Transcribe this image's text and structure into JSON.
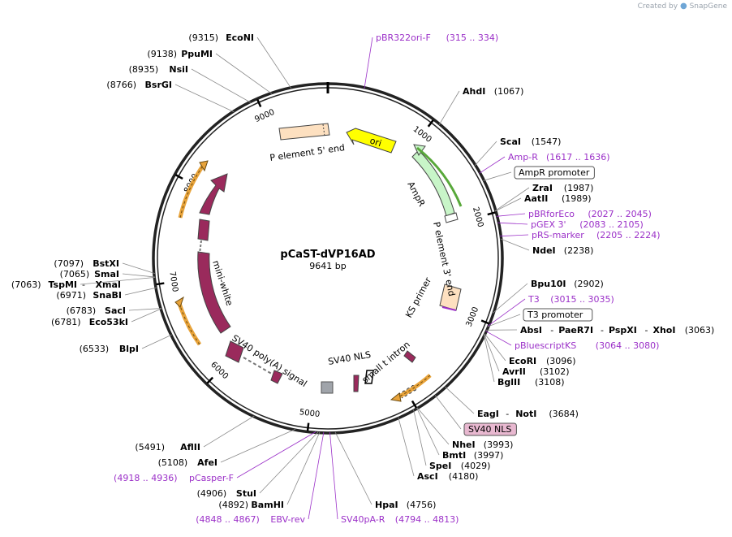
{
  "plasmid": {
    "name": "pCaST-dVP16AD",
    "size_label": "9641 bp",
    "length": 9641
  },
  "watermark": {
    "prefix": "Created by",
    "brand": "SnapGene"
  },
  "colors": {
    "backbone": "#222222",
    "primer": "#9b30c8",
    "maroon": "#9a2a5c",
    "orange": "#e8a33a",
    "ampR": "#c8f5c8",
    "ori": "#ffff00",
    "pElement": "#fde0c0",
    "sv40nls_box": "#e8b8d0"
  },
  "ticks": [
    {
      "pos": 1000,
      "label": "1000"
    },
    {
      "pos": 2000,
      "label": "2000"
    },
    {
      "pos": 3000,
      "label": "3000"
    },
    {
      "pos": 4000,
      "label": "4000"
    },
    {
      "pos": 5000,
      "label": "5000"
    },
    {
      "pos": 6000,
      "label": "6000"
    },
    {
      "pos": 7000,
      "label": "7000"
    },
    {
      "pos": 8000,
      "label": "8000"
    },
    {
      "pos": 9000,
      "label": "9000"
    }
  ],
  "labels": [
    {
      "kind": "site",
      "name": "EcoNI",
      "pos_text": "(9315)",
      "pos": 9315
    },
    {
      "kind": "site",
      "name": "PpuMI",
      "pos_text": "(9138)",
      "pos": 9138
    },
    {
      "kind": "site",
      "name": "NsiI",
      "pos_text": "(8935)",
      "pos": 8935
    },
    {
      "kind": "site",
      "name": "BsrGI",
      "pos_text": "(8766)",
      "pos": 8766
    },
    {
      "kind": "primer",
      "name": "pBR322ori-F",
      "pos_text": "(315 .. 334)",
      "pos": 325
    },
    {
      "kind": "site",
      "name": "AhdI",
      "pos_text": "(1067)",
      "pos": 1067
    },
    {
      "kind": "site",
      "name": "ScaI",
      "pos_text": "(1547)",
      "pos": 1547
    },
    {
      "kind": "primer",
      "name": "Amp-R",
      "pos_text": "(1617 .. 1636)",
      "pos": 1626
    },
    {
      "kind": "boxed",
      "name": "AmpR promoter",
      "pos_text": "",
      "pos": 1700
    },
    {
      "kind": "site",
      "name": "ZraI",
      "pos_text": "(1987)",
      "pos": 1987
    },
    {
      "kind": "site",
      "name": "AatII",
      "pos_text": "(1989)",
      "pos": 1989
    },
    {
      "kind": "primer",
      "name": "pBRforEco",
      "pos_text": "(2027 .. 2045)",
      "pos": 2036
    },
    {
      "kind": "primer",
      "name": "pGEX 3'",
      "pos_text": "(2083 .. 2105)",
      "pos": 2094
    },
    {
      "kind": "primer",
      "name": "pRS-marker",
      "pos_text": "(2205 .. 2224)",
      "pos": 2214
    },
    {
      "kind": "site",
      "name": "NdeI",
      "pos_text": "(2238)",
      "pos": 2238
    },
    {
      "kind": "site",
      "name": "Bpu10I",
      "pos_text": "(2902)",
      "pos": 2902
    },
    {
      "kind": "primer",
      "name": "T3",
      "pos_text": "(3015 .. 3035)",
      "pos": 3025
    },
    {
      "kind": "boxed",
      "name": "T3 promoter",
      "pos_text": "",
      "pos": 3030
    },
    {
      "kind": "multi",
      "name": "AbsI",
      "name2": "PaeR7I",
      "name3": "PspXI",
      "name4": "XhoI",
      "pos_text": "(3063)",
      "pos": 3063
    },
    {
      "kind": "primer",
      "name": "pBluescriptKS",
      "pos_text": "(3064 .. 3080)",
      "pos": 3072
    },
    {
      "kind": "site",
      "name": "EcoRI",
      "pos_text": "(3096)",
      "pos": 3096
    },
    {
      "kind": "site",
      "name": "AvrII",
      "pos_text": "(3102)",
      "pos": 3102
    },
    {
      "kind": "site",
      "name": "BglII",
      "pos_text": "(3108)",
      "pos": 3108
    },
    {
      "kind": "pair",
      "name": "EagI",
      "name2": "NotI",
      "pos_text": "(3684)",
      "pos": 3684
    },
    {
      "kind": "boxedpink",
      "name": "SV40 NLS",
      "pos_text": "",
      "pos": 3800
    },
    {
      "kind": "site",
      "name": "NheI",
      "pos_text": "(3993)",
      "pos": 3993
    },
    {
      "kind": "site",
      "name": "BmtI",
      "pos_text": "(3997)",
      "pos": 3997
    },
    {
      "kind": "site",
      "name": "SpeI",
      "pos_text": "(4029)",
      "pos": 4029
    },
    {
      "kind": "site",
      "name": "AscI",
      "pos_text": "(4180)",
      "pos": 4180
    },
    {
      "kind": "site",
      "name": "HpaI",
      "pos_text": "(4756)",
      "pos": 4756
    },
    {
      "kind": "primer",
      "name": "SV40pA-R",
      "pos_text": "(4794 .. 4813)",
      "pos": 4803
    },
    {
      "kind": "primer",
      "name": "EBV-rev",
      "pos_text": "(4848 .. 4867)",
      "pos": 4857
    },
    {
      "kind": "site",
      "name": "BamHI",
      "pos_text": "(4892)",
      "pos": 4892
    },
    {
      "kind": "site",
      "name": "StuI",
      "pos_text": "(4906)",
      "pos": 4906
    },
    {
      "kind": "primer",
      "name": "pCasper-F",
      "pos_text": "(4918 .. 4936)",
      "pos": 4927
    },
    {
      "kind": "site",
      "name": "AfeI",
      "pos_text": "(5108)",
      "pos": 5108
    },
    {
      "kind": "site",
      "name": "AflII",
      "pos_text": "(5491)",
      "pos": 5491
    },
    {
      "kind": "site",
      "name": "BlpI",
      "pos_text": "(6533)",
      "pos": 6533
    },
    {
      "kind": "site",
      "name": "Eco53kI",
      "pos_text": "(6781)",
      "pos": 6781
    },
    {
      "kind": "site",
      "name": "SacI",
      "pos_text": "(6783)",
      "pos": 6783
    },
    {
      "kind": "site",
      "name": "SnaBI",
      "pos_text": "(6971)",
      "pos": 6971
    },
    {
      "kind": "pair",
      "name": "TspMI",
      "name2": "XmaI",
      "pos_text": "(7063)",
      "pos": 7063
    },
    {
      "kind": "site",
      "name": "SmaI",
      "pos_text": "(7065)",
      "pos": 7065
    },
    {
      "kind": "site",
      "name": "BstXI",
      "pos_text": "(7097)",
      "pos": 7097
    }
  ],
  "features": [
    {
      "name": "ori",
      "label": "ori"
    },
    {
      "name": "AmpR",
      "label": "AmpR"
    },
    {
      "name": "P element 3' end",
      "label": "P element 3' end"
    },
    {
      "name": "KS primer",
      "label": "KS primer"
    },
    {
      "name": "small t intron",
      "label": "small t intron"
    },
    {
      "name": "SV40 NLS",
      "label": "SV40 NLS"
    },
    {
      "name": "SV40 poly(A) signal",
      "label": "SV40 poly(A)  signal"
    },
    {
      "name": "mini-white",
      "label": "mini-white"
    },
    {
      "name": "P element 5' end",
      "label": "P element 5' end"
    }
  ]
}
